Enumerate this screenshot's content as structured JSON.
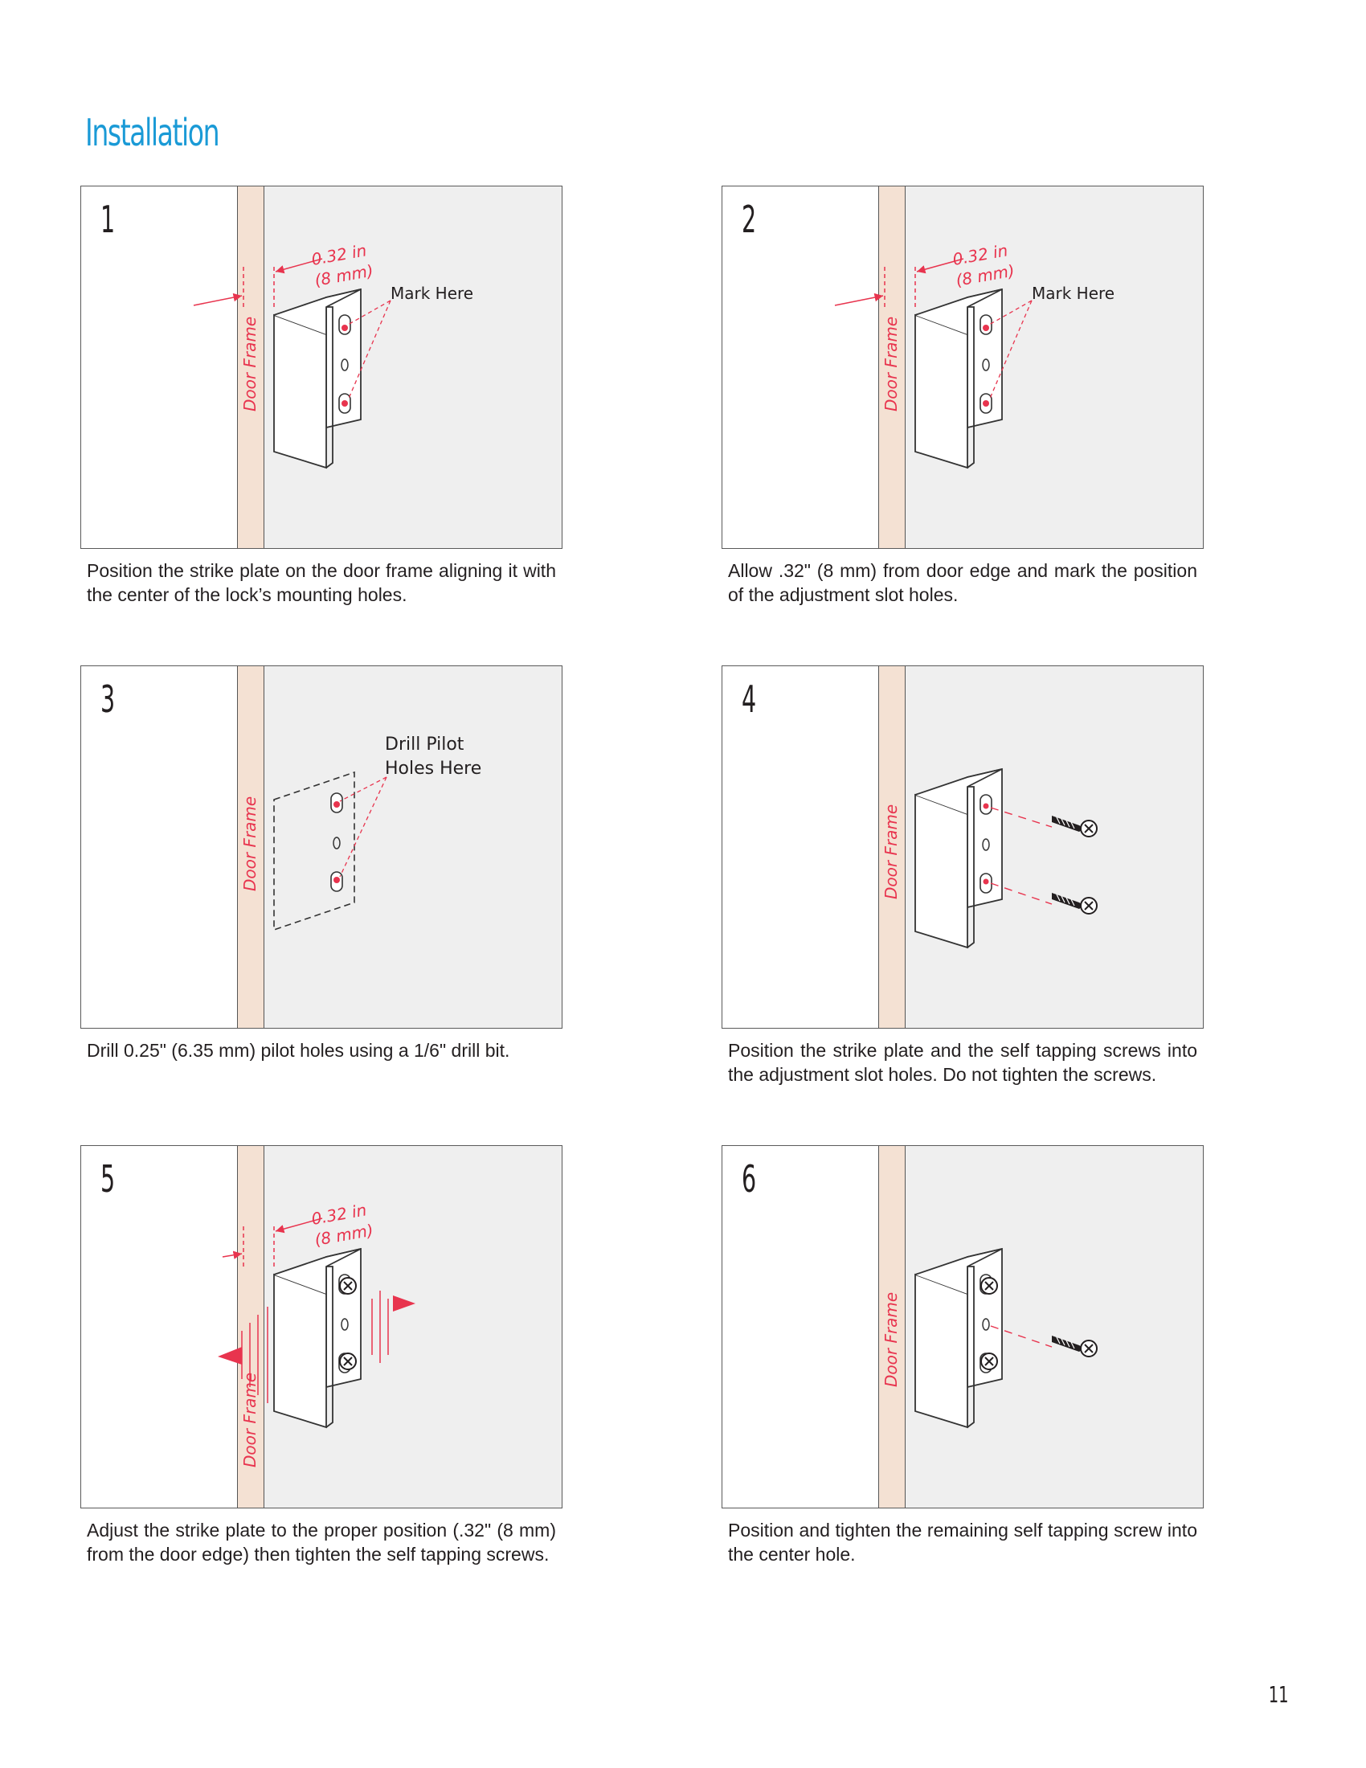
{
  "page": {
    "title": "Installation",
    "page_number": "11"
  },
  "labels": {
    "door_frame": "Door Frame",
    "dimension_in": "0.32 in",
    "dimension_mm": "(8 mm)",
    "mark_here": "Mark Here",
    "drill_line_1": "Drill Pilot",
    "drill_line_2": "Holes Here"
  },
  "colors": {
    "title_blue": "#1a9ad6",
    "accent_red": "#e8344e",
    "door_frame_fill": "#f4e1d3",
    "wall_gray": "#efefef"
  },
  "steps": [
    {
      "number": "1",
      "caption": "Position the strike plate on the door frame aligning it with the center of the lock’s mounting holes."
    },
    {
      "number": "2",
      "caption": "Allow .32\" (8 mm) from door edge and mark the position of the adjustment slot holes."
    },
    {
      "number": "3",
      "caption": "Drill 0.25\" (6.35 mm) pilot holes using a 1/6\" drill bit."
    },
    {
      "number": "4",
      "caption": "Position the strike plate and the self tapping screws into the adjustment slot holes. Do not tighten the screws."
    },
    {
      "number": "5",
      "caption": "Adjust the strike plate to the proper position (.32\" (8 mm) from the door edge) then tighten the self tapping screws."
    },
    {
      "number": "6",
      "caption": "Position and tighten the remaining self tapping screw into the center hole."
    }
  ]
}
